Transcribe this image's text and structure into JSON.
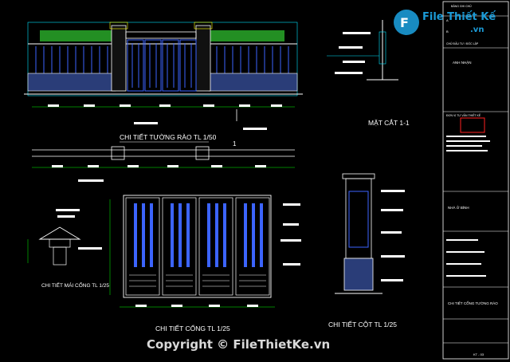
{
  "drawing_titles": {
    "fence_elevation": "CHI TIẾT TƯỜNG RÀO TL 1/50",
    "section": "MẶT CẮT 1-1",
    "roof_detail": "CHI TIẾT MÁI CỔNG TL 1/25",
    "gate_detail": "CHI TIẾT CỔNG TL 1/25",
    "column_detail": "CHI TIẾT CỘT TL 1/25"
  },
  "section_marker": "1",
  "title_block": {
    "header": "BẢNG GHI CHỦ",
    "row_a": "A",
    "row_b": "B",
    "status": "CHỦ ĐẦU TƯ / ĐỐC LẬP",
    "owner_label": "ANH NHẬN",
    "consultant_label": "ĐƠN VỊ TƯ VẤN THIẾT KẾ",
    "project_label": "NHÀ Ở BÌNH",
    "sheet_title": "CHI TIẾT CỔNG TƯỜNG RÀO",
    "sheet_no": "KT - 03"
  },
  "watermark": {
    "logo_line1": "File Thiết Kế",
    "logo_line2": ".vn",
    "footer": "Copyright © FileThietKe.vn"
  },
  "colors": {
    "background": "#000000",
    "line": "#ffffff",
    "cyan": "#00e5ff",
    "blue": "#3c64ff",
    "green": "#00ff00",
    "red": "#ff2020",
    "yellow": "#ffff00",
    "watermark": "#1b9ad6"
  }
}
